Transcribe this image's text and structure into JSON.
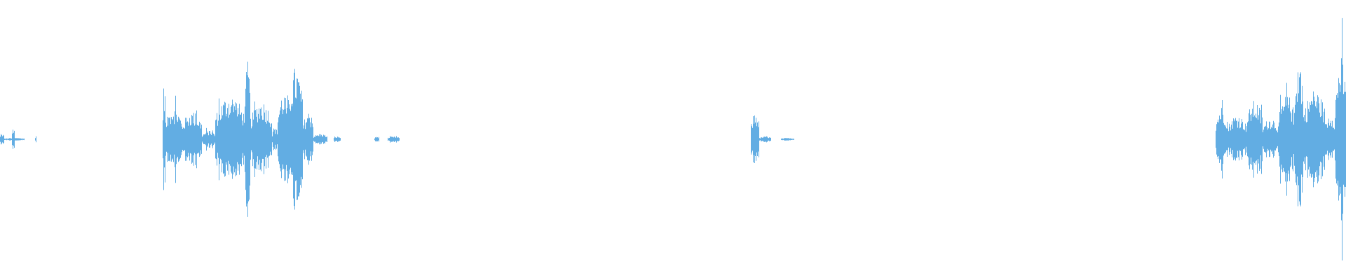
{
  "waveform": {
    "color": "#62ade3",
    "background": "#ffffff",
    "duration_fraction_visible": 1.0,
    "segments": [
      {
        "start": 0.0,
        "end": 0.003,
        "amp": 0.02
      },
      {
        "start": 0.003,
        "end": 0.018,
        "amp": 0.005
      },
      {
        "start": 0.009,
        "end": 0.011,
        "amp": 0.05
      },
      {
        "start": 0.026,
        "end": 0.027,
        "amp": 0.01
      },
      {
        "start": 0.121,
        "end": 0.123,
        "amp": 0.22
      },
      {
        "start": 0.123,
        "end": 0.135,
        "amp": 0.12
      },
      {
        "start": 0.135,
        "end": 0.15,
        "amp": 0.1
      },
      {
        "start": 0.15,
        "end": 0.16,
        "amp": 0.03
      },
      {
        "start": 0.16,
        "end": 0.182,
        "amp": 0.16
      },
      {
        "start": 0.182,
        "end": 0.186,
        "amp": 0.28
      },
      {
        "start": 0.186,
        "end": 0.202,
        "amp": 0.14
      },
      {
        "start": 0.202,
        "end": 0.206,
        "amp": 0.04
      },
      {
        "start": 0.206,
        "end": 0.214,
        "amp": 0.17
      },
      {
        "start": 0.214,
        "end": 0.225,
        "amp": 0.26
      },
      {
        "start": 0.225,
        "end": 0.233,
        "amp": 0.1
      },
      {
        "start": 0.233,
        "end": 0.243,
        "amp": 0.02
      },
      {
        "start": 0.248,
        "end": 0.253,
        "amp": 0.01
      },
      {
        "start": 0.278,
        "end": 0.282,
        "amp": 0.01
      },
      {
        "start": 0.288,
        "end": 0.297,
        "amp": 0.01
      },
      {
        "start": 0.558,
        "end": 0.564,
        "amp": 0.1
      },
      {
        "start": 0.564,
        "end": 0.573,
        "amp": 0.01
      },
      {
        "start": 0.58,
        "end": 0.59,
        "amp": 0.005
      },
      {
        "start": 0.903,
        "end": 0.912,
        "amp": 0.12
      },
      {
        "start": 0.912,
        "end": 0.926,
        "amp": 0.09
      },
      {
        "start": 0.926,
        "end": 0.938,
        "amp": 0.14
      },
      {
        "start": 0.938,
        "end": 0.95,
        "amp": 0.08
      },
      {
        "start": 0.95,
        "end": 0.962,
        "amp": 0.16
      },
      {
        "start": 0.962,
        "end": 0.968,
        "amp": 0.3
      },
      {
        "start": 0.968,
        "end": 0.985,
        "amp": 0.18
      },
      {
        "start": 0.985,
        "end": 0.992,
        "amp": 0.1
      },
      {
        "start": 0.992,
        "end": 1.0,
        "amp": 0.3
      }
    ]
  }
}
